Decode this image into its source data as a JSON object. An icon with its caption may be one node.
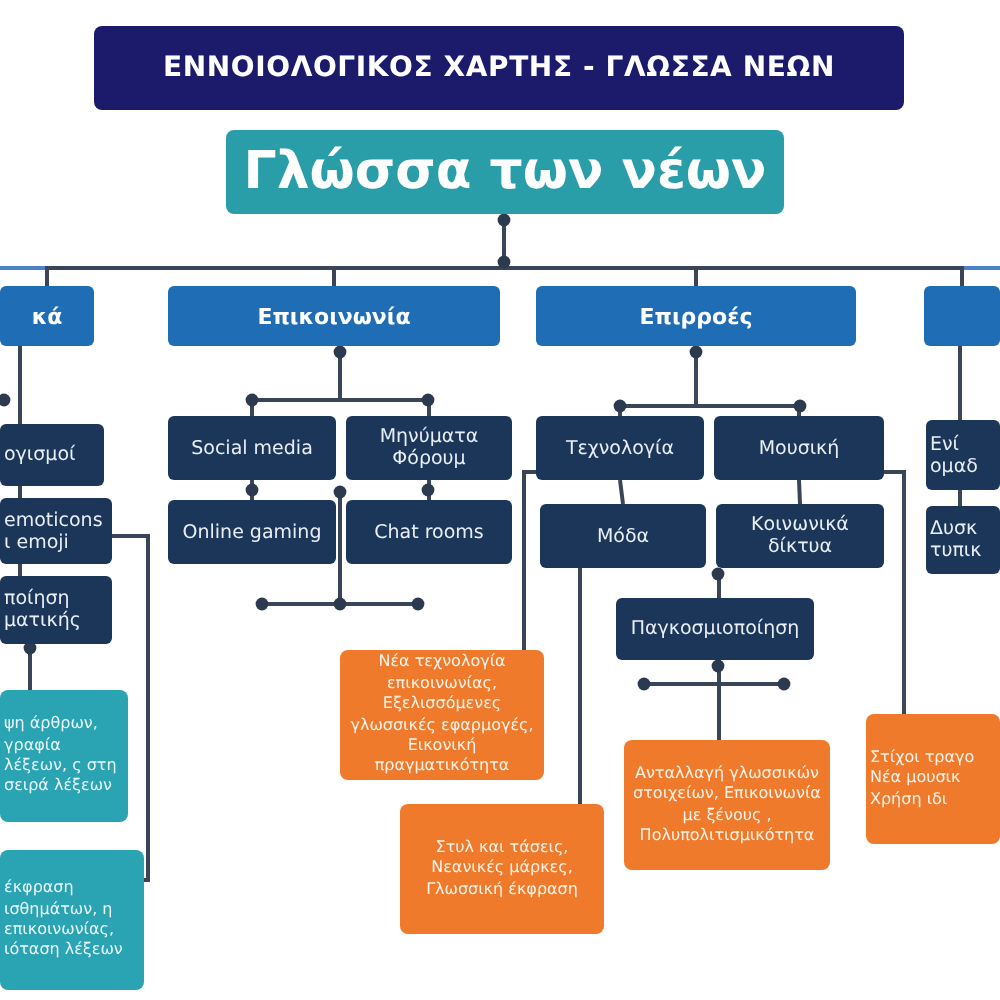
{
  "diagram": {
    "title": "ΕΝΝΟΙΟΛΟΓΙΚΟΣ ΧΑΡΤΗΣ - ΓΛΩΣΣΑ ΝΕΩΝ",
    "nodes": [
      {
        "text": [
          "Γλώσσα των νέων"
        ]
      },
      {
        "text": [
          "κά"
        ]
      },
      {
        "text": [
          "Επικοινωνία"
        ]
      },
      {
        "text": [
          "Επιρροές"
        ]
      },
      {
        "text": [],
        "shape": "box"
      },
      {
        "text": [
          "ογισμοί"
        ]
      },
      {
        "text": [
          "emoticons ι emoji"
        ]
      },
      {
        "text": [
          "ποίηση ματικής"
        ]
      },
      {
        "text": [
          "ψη άρθρων, γραφία λέξεων, ς στη σειρά λέξεων"
        ]
      },
      {
        "text": [
          "έκφραση ισθημάτων, η επικοινωνίας, ιόταση λέξεων"
        ]
      },
      {
        "text": [
          "Social media"
        ]
      },
      {
        "text": [
          "Μηνύματα Φόρουμ"
        ]
      },
      {
        "text": [
          "Online gaming"
        ]
      },
      {
        "text": [
          "Chat rooms"
        ]
      },
      {
        "text": [
          "Τεχνολογία"
        ]
      },
      {
        "text": [
          "Μουσική"
        ]
      },
      {
        "text": [
          "Μόδα"
        ]
      },
      {
        "text": [
          "Κοινωνικά δίκτυα"
        ]
      },
      {
        "text": [
          "Ενί ομαδ"
        ]
      },
      {
        "text": [
          "Δυσκ τυπικ"
        ]
      },
      {
        "text": [
          "Παγκοσμιοποίηση"
        ]
      },
      {
        "text": [
          "Νέα τεχνολογία επικοινωνίας, Εξελισσόμενες γλωσσικές εφαρμογές, Εικονική πραγματικότητα"
        ]
      },
      {
        "text": [
          "Ανταλλαγή γλωσσικών στοιχείων, Επικοινωνία με ξένους , Πολυπολιτισμικότητα"
        ]
      },
      {
        "text": [
          "Στίχοι τραγο Νέα μουσικ Χρήση ιδι"
        ]
      },
      {
        "text": [
          "Στυλ και τάσεις, Νεανικές μάρκες, Γλωσσική έκφραση"
        ]
      }
    ],
    "edges": [
      {
        "from": 0,
        "to": 1,
        "arrow": "none"
      },
      {
        "from": 0,
        "to": 2,
        "arrow": "none"
      },
      {
        "from": 0,
        "to": 3,
        "arrow": "none"
      },
      {
        "from": 0,
        "to": 4,
        "arrow": "none"
      },
      {
        "from": 1,
        "to": 5,
        "arrow": "none"
      },
      {
        "from": 5,
        "to": 6,
        "arrow": "none"
      },
      {
        "from": 6,
        "to": 7,
        "arrow": "none"
      },
      {
        "from": 7,
        "to": 8,
        "arrow": "none"
      },
      {
        "from": 6,
        "to": 9,
        "arrow": "none"
      },
      {
        "from": 2,
        "to": 10,
        "arrow": "none"
      },
      {
        "from": 2,
        "to": 11,
        "arrow": "none"
      },
      {
        "from": 10,
        "to": 12,
        "arrow": "none"
      },
      {
        "from": 11,
        "to": 13,
        "arrow": "none"
      },
      {
        "from": 3,
        "to": 14,
        "arrow": "none"
      },
      {
        "from": 3,
        "to": 15,
        "arrow": "none"
      },
      {
        "from": 14,
        "to": 16,
        "arrow": "none"
      },
      {
        "from": 15,
        "to": 17,
        "arrow": "none"
      },
      {
        "from": 17,
        "to": 20,
        "arrow": "none"
      },
      {
        "from": 20,
        "to": 22,
        "arrow": "none"
      },
      {
        "from": 14,
        "to": 21,
        "arrow": "none"
      },
      {
        "from": 16,
        "to": 24,
        "arrow": "none"
      },
      {
        "from": 15,
        "to": 23,
        "arrow": "none"
      },
      {
        "from": 4,
        "to": 18,
        "arrow": "none"
      },
      {
        "from": 18,
        "to": 19,
        "arrow": "none"
      }
    ]
  }
}
